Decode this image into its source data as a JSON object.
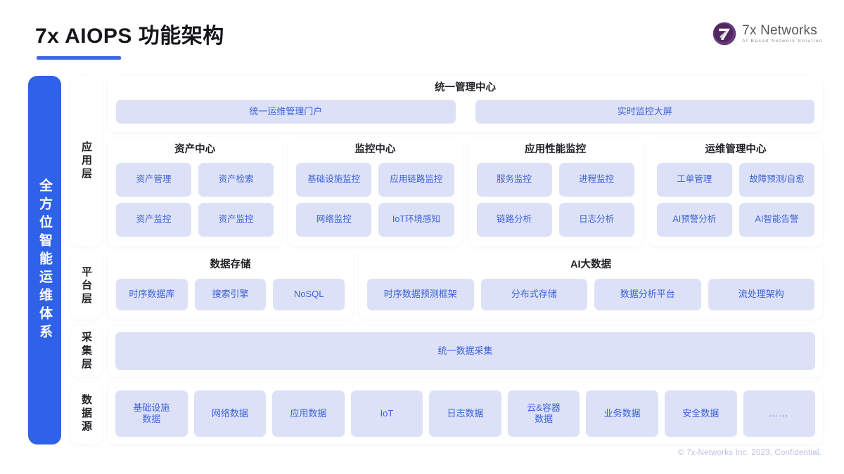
{
  "header": {
    "title": "7x AIOPS 功能架构",
    "logo": {
      "name": "7x Networks",
      "tagline": "AI Based Network Solution",
      "mark_color": "#5d3070"
    }
  },
  "spine": {
    "label": "全方位智能运维体系",
    "color": "#2f62e8"
  },
  "layers": [
    {
      "label": "应用层",
      "unified_center": {
        "title": "统一管理中心",
        "chips": [
          "统一运维管理门户",
          "实时监控大屏"
        ]
      },
      "centers": [
        {
          "title": "资产中心",
          "chips": [
            "资产管理",
            "资产检索",
            "资产监控",
            "资产监控"
          ]
        },
        {
          "title": "监控中心",
          "chips": [
            "基础设施监控",
            "应用链路监控",
            "网络监控",
            "IoT环境感知"
          ]
        },
        {
          "title": "应用性能监控",
          "chips": [
            "服务监控",
            "进程监控",
            "链路分析",
            "日志分析"
          ]
        },
        {
          "title": "运维管理中心",
          "chips": [
            "工单管理",
            "故障预测/自愈",
            "AI预警分析",
            "AI智能告警"
          ]
        }
      ]
    },
    {
      "label": "平台层",
      "groups": [
        {
          "title": "数据存储",
          "chips": [
            "时序数据库",
            "搜索引擎",
            "NoSQL"
          ]
        },
        {
          "title": "AI大数据",
          "chips": [
            "时序数据预测框架",
            "分布式存储",
            "数据分析平台",
            "流处理架构"
          ]
        }
      ]
    },
    {
      "label": "采集层",
      "bar": "统一数据采集"
    },
    {
      "label": "数据源",
      "chips": [
        "基础设施\n数据",
        "网络数据",
        "应用数据",
        "IoT",
        "日志数据",
        "云&容器\n数据",
        "业务数据",
        "安全数据",
        "……"
      ]
    }
  ],
  "footer": {
    "copyright": "© 7x-Networks Inc. 2023, Confidential."
  },
  "colors": {
    "accent": "#2f62e8",
    "chip_bg": "#dde1f7",
    "chip_text": "#3a62d8",
    "card_bg": "#ffffff",
    "page_bg": "#ffffff"
  }
}
